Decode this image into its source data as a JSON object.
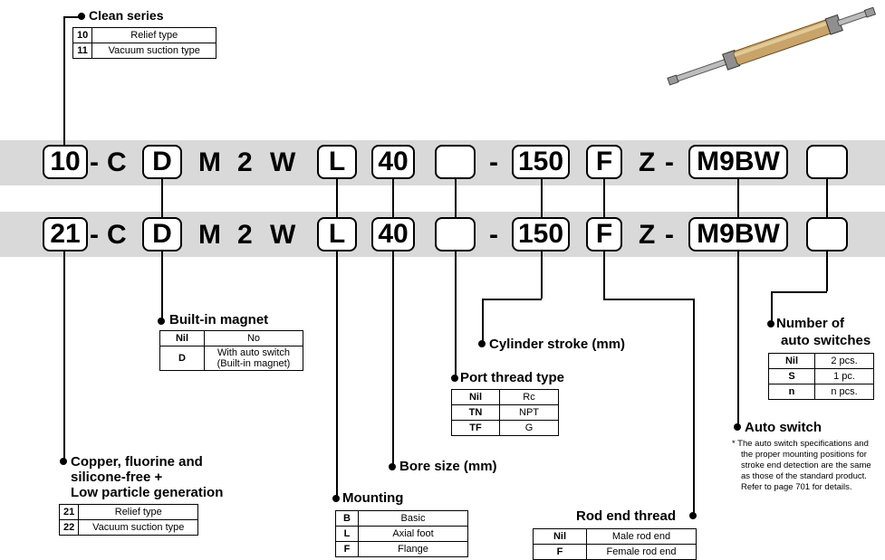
{
  "row1": {
    "prefix": "10",
    "dash1": "-",
    "c": "C",
    "d": "D",
    "m": "M",
    "two": "2",
    "w": "W",
    "l": "L",
    "bore": "40",
    "dash2": "-",
    "stroke": "150",
    "f": "F",
    "z": "Z",
    "dash3": "-",
    "sw": "M9BW"
  },
  "row2": {
    "prefix": "21",
    "dash1": "-",
    "c": "C",
    "d": "D",
    "m": "M",
    "two": "2",
    "w": "W",
    "l": "L",
    "bore": "40",
    "dash2": "-",
    "stroke": "150",
    "f": "F",
    "z": "Z",
    "dash3": "-",
    "sw": "M9BW"
  },
  "clean_series": {
    "title": "Clean series",
    "rows": [
      {
        "k": "10",
        "v": "Relief type"
      },
      {
        "k": "11",
        "v": "Vacuum suction type"
      }
    ]
  },
  "copper": {
    "title_l1": "Copper, fluorine and",
    "title_l2": "silicone-free +",
    "title_l3": "Low particle generation",
    "rows": [
      {
        "k": "21",
        "v": "Relief type"
      },
      {
        "k": "22",
        "v": "Vacuum suction type"
      }
    ]
  },
  "magnet": {
    "title": "Built-in magnet",
    "rows": [
      {
        "k": "Nil",
        "v": "No"
      },
      {
        "k": "D",
        "v1": "With auto switch",
        "v2": "(Built-in magnet)"
      }
    ]
  },
  "mounting": {
    "title": "Mounting",
    "rows": [
      {
        "k": "B",
        "v": "Basic"
      },
      {
        "k": "L",
        "v": "Axial foot"
      },
      {
        "k": "F",
        "v": "Flange"
      }
    ]
  },
  "bore": {
    "title": "Bore size (mm)"
  },
  "port": {
    "title": "Port thread type",
    "rows": [
      {
        "k": "Nil",
        "v": "Rc"
      },
      {
        "k": "TN",
        "v": "NPT"
      },
      {
        "k": "TF",
        "v": "G"
      }
    ]
  },
  "stroke": {
    "title": "Cylinder stroke (mm)"
  },
  "rod": {
    "title": "Rod end thread",
    "rows": [
      {
        "k": "Nil",
        "v": "Male rod end"
      },
      {
        "k": "F",
        "v": "Female rod end"
      }
    ]
  },
  "autosw": {
    "title": "Auto switch",
    "note_mark": "*",
    "note_l1": "The auto switch specifications and",
    "note_l2": "the proper mounting positions for",
    "note_l3": "stroke end detection are the same",
    "note_l4": "as those of the standard product.",
    "note_l5": "Refer to page 701 for details."
  },
  "number": {
    "title_l1": "Number of",
    "title_l2": "auto switches",
    "rows": [
      {
        "k": "Nil",
        "v": "2 pcs."
      },
      {
        "k": "S",
        "v": "1 pc."
      },
      {
        "k": "n",
        "v": "n pcs."
      }
    ]
  },
  "colors": {
    "band": "#d9d9d9",
    "ink": "#000000",
    "cylinder": "#c8a46a"
  }
}
